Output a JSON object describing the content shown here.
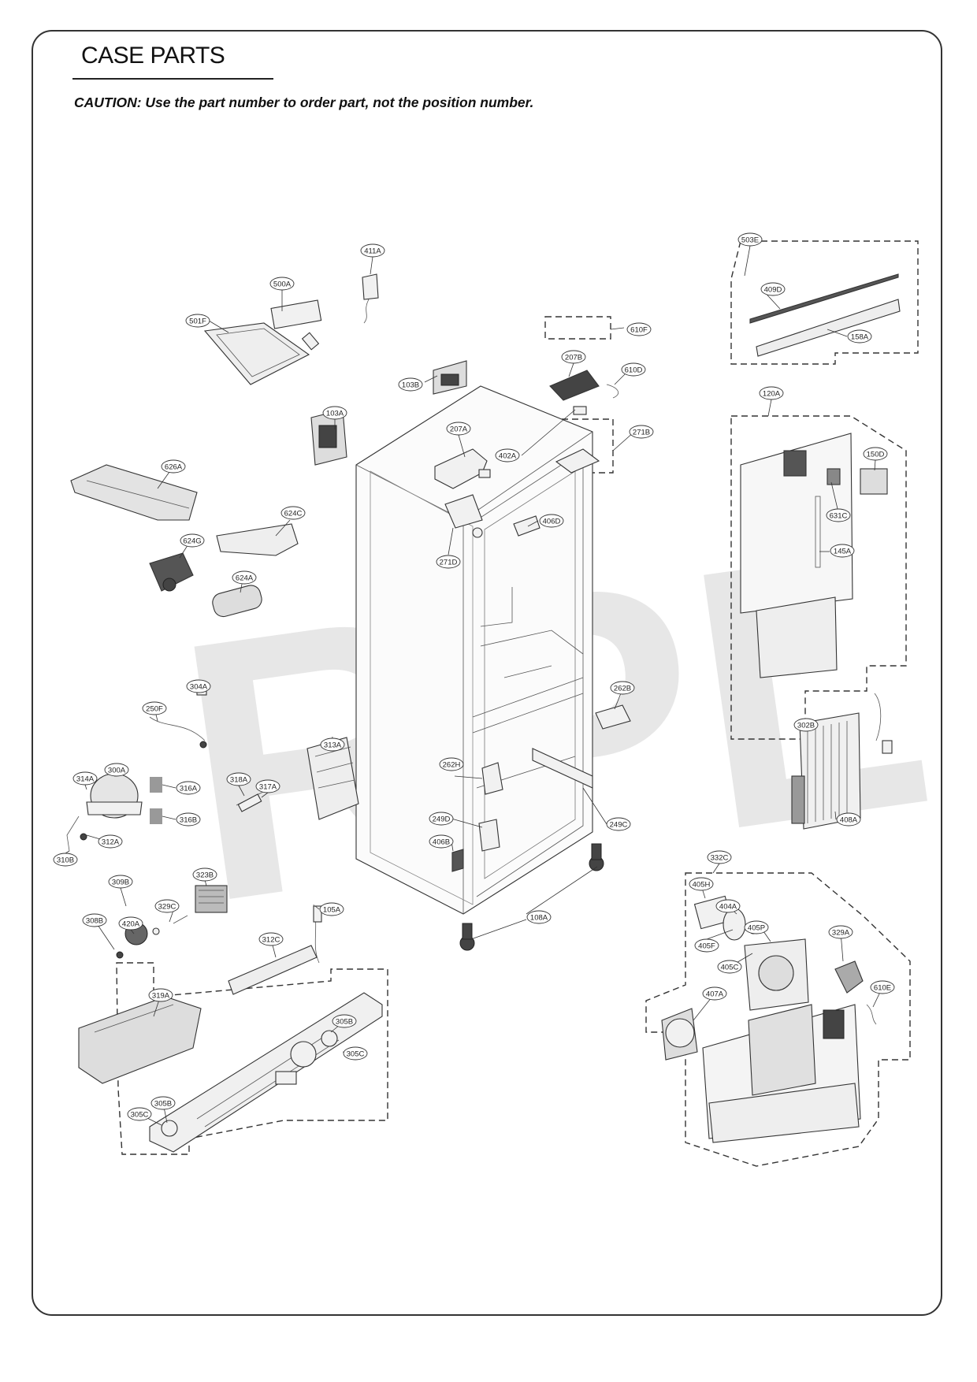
{
  "page": {
    "title": "CASE PARTS",
    "caution": "CAUTION: Use the part number to order part, not the position number.",
    "watermark": "RPL"
  },
  "labels": [
    "411A",
    "500A",
    "501F",
    "610F",
    "103B",
    "207B",
    "610D",
    "103A",
    "207A",
    "402A",
    "271B",
    "626A",
    "624C",
    "624G",
    "624A",
    "406D",
    "271D",
    "503E",
    "409D",
    "158A",
    "120A",
    "150D",
    "631C",
    "145A",
    "304A",
    "250F",
    "262B",
    "313A",
    "302B",
    "262H",
    "318A",
    "317A",
    "314A",
    "300A",
    "316A",
    "316B",
    "312A",
    "310B",
    "249D",
    "249C",
    "406B",
    "408A",
    "332C",
    "405H",
    "404A",
    "405P",
    "323B",
    "309B",
    "329C",
    "105A",
    "308B",
    "420A",
    "108A",
    "405F",
    "405C",
    "329A",
    "312C",
    "319A",
    "407A",
    "610E",
    "305B",
    "305C",
    "305C",
    "305B"
  ]
}
